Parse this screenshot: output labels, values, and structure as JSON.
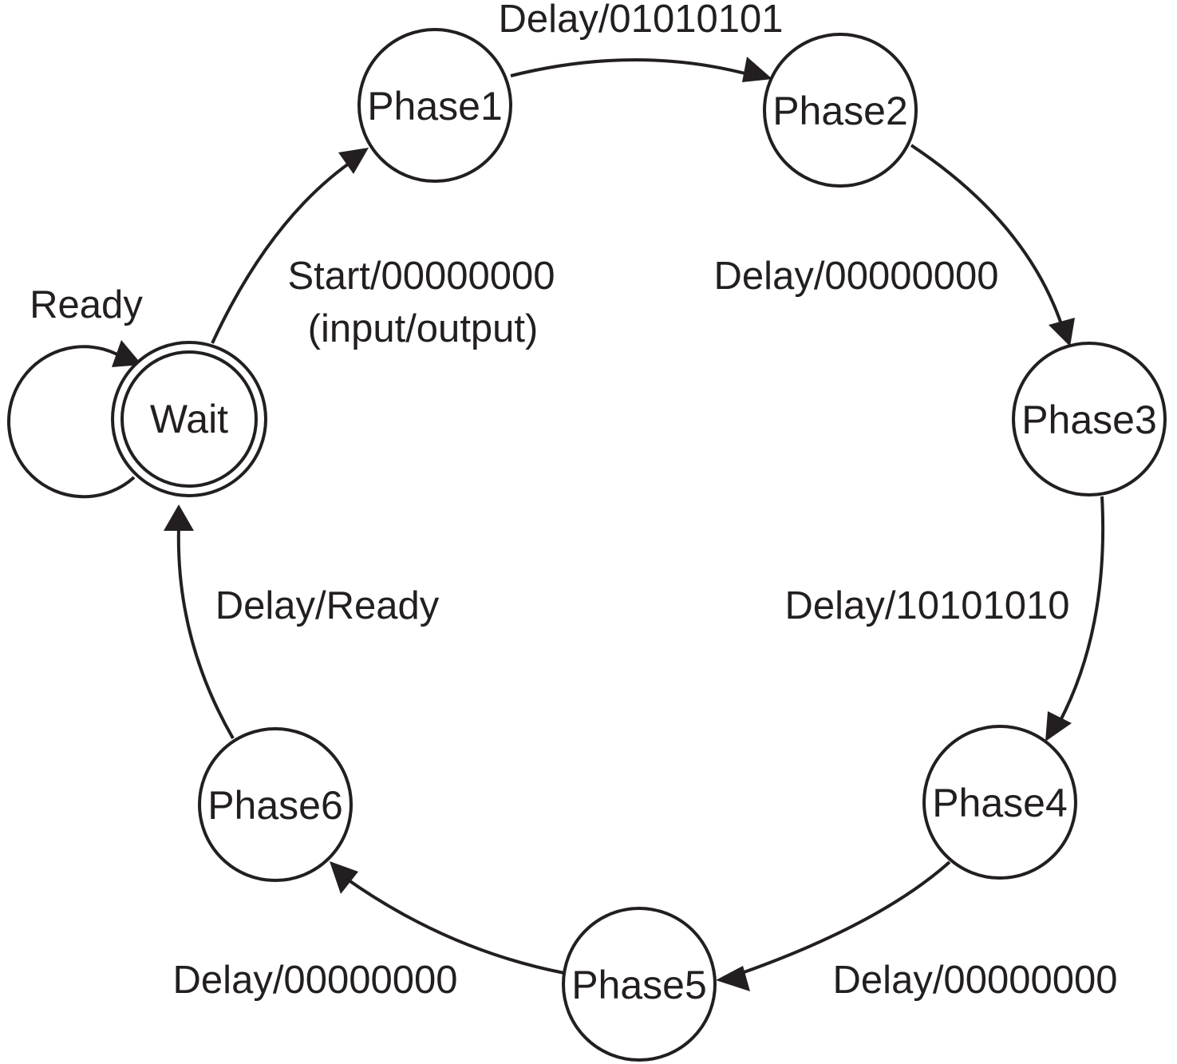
{
  "diagram": {
    "type": "state-machine",
    "colors": {
      "stroke": "#231f20",
      "fill": "#ffffff",
      "text": "#231f20"
    },
    "states": [
      {
        "id": "wait",
        "label": "Wait",
        "accepting": true
      },
      {
        "id": "phase1",
        "label": "Phase1"
      },
      {
        "id": "phase2",
        "label": "Phase2"
      },
      {
        "id": "phase3",
        "label": "Phase3"
      },
      {
        "id": "phase4",
        "label": "Phase4"
      },
      {
        "id": "phase5",
        "label": "Phase5"
      },
      {
        "id": "phase6",
        "label": "Phase6"
      }
    ],
    "transitions": [
      {
        "from": "wait",
        "to": "wait",
        "label": "Ready"
      },
      {
        "from": "wait",
        "to": "phase1",
        "label": "Start/00000000",
        "label2": "(input/output)"
      },
      {
        "from": "phase1",
        "to": "phase2",
        "label": "Delay/01010101"
      },
      {
        "from": "phase2",
        "to": "phase3",
        "label": "Delay/00000000"
      },
      {
        "from": "phase3",
        "to": "phase4",
        "label": "Delay/10101010"
      },
      {
        "from": "phase4",
        "to": "phase5",
        "label": "Delay/00000000"
      },
      {
        "from": "phase5",
        "to": "phase6",
        "label": "Delay/00000000"
      },
      {
        "from": "phase6",
        "to": "wait",
        "label": "Delay/Ready"
      }
    ]
  }
}
